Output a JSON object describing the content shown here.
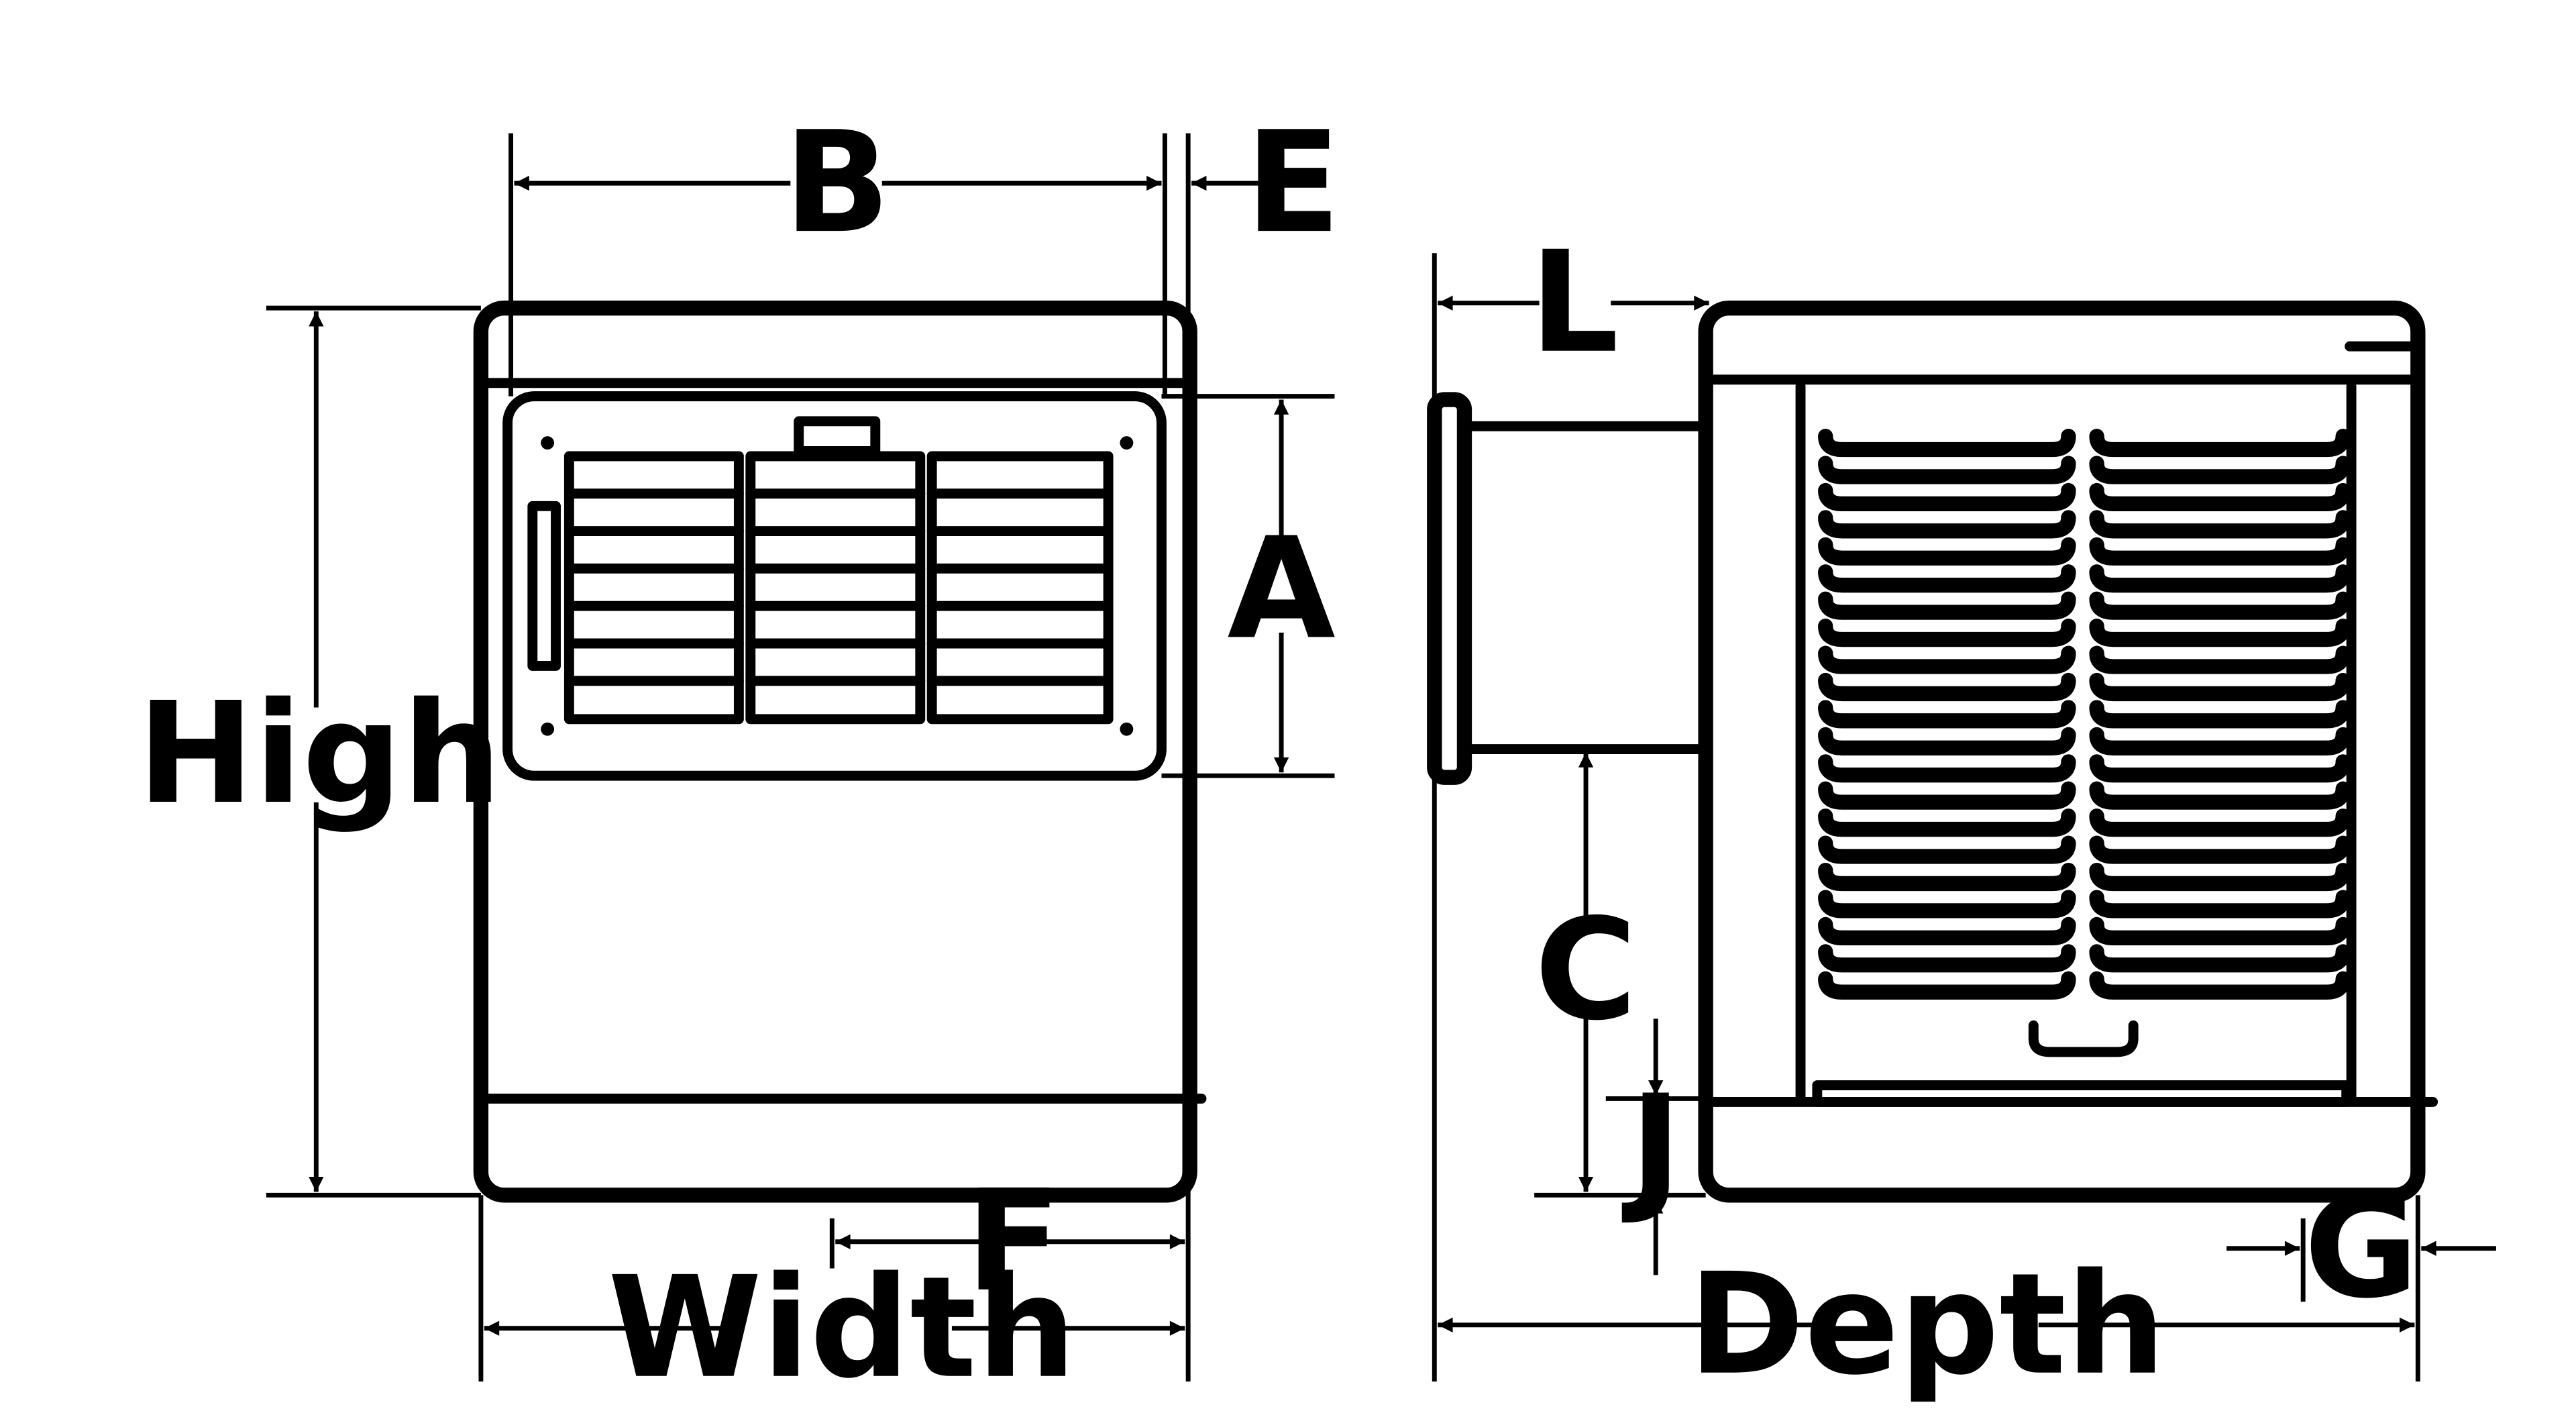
{
  "diagram": {
    "colors": {
      "line": "#000000",
      "background": "#ffffff"
    },
    "labels": {
      "b": "B",
      "e": "E",
      "a": "A",
      "high": "High",
      "f": "F",
      "width": "Width",
      "l": "L",
      "c": "C",
      "j": "J",
      "g": "G",
      "depth": "Depth"
    }
  }
}
